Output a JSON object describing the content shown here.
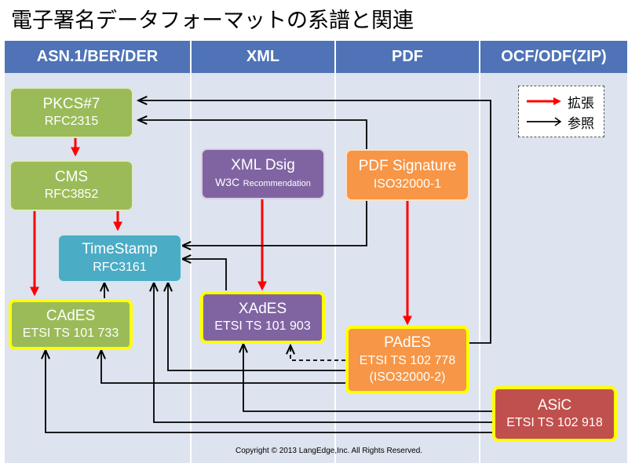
{
  "title": "電子署名データフォーマットの系譜と関連",
  "columns": [
    "ASN.1/BER/DER",
    "XML",
    "PDF",
    "OCF/ODF(ZIP)"
  ],
  "boxes": {
    "pkcs7": {
      "name": "PKCS#7",
      "sub": "RFC2315"
    },
    "cms": {
      "name": "CMS",
      "sub": "RFC3852"
    },
    "timestamp": {
      "name": "TimeStamp",
      "sub": "RFC3161"
    },
    "cades": {
      "name": "CAdES",
      "sub": "ETSI TS 101 733"
    },
    "xmldsig": {
      "name": "XML Dsig",
      "sub_w3c": "W3C",
      "sub_rec": "Recommendation"
    },
    "xades": {
      "name": "XAdES",
      "sub": "ETSI TS 101 903"
    },
    "pdfsig": {
      "name": "PDF Signature",
      "sub": "ISO32000-1"
    },
    "pades": {
      "name": "PAdES",
      "sub": "ETSI TS 102 778",
      "sub2": "(ISO32000-2)"
    },
    "asic": {
      "name": "ASiC",
      "sub": "ETSI TS 102 918"
    }
  },
  "legend": {
    "extend": "拡張",
    "reference": "参照"
  },
  "copyright": "Copyright © 2013 LangEdge,Inc. All Rights Reserved.",
  "colors": {
    "header": "#4f73b6",
    "background": "#dde3ef",
    "extend_arrow": "#ff0000",
    "reference_arrow": "#000000",
    "green": "#9bbb59",
    "blue": "#4bacc6",
    "purple": "#8064a2",
    "orange": "#f79646",
    "red": "#c0504d",
    "highlight_border": "#ffff00"
  }
}
